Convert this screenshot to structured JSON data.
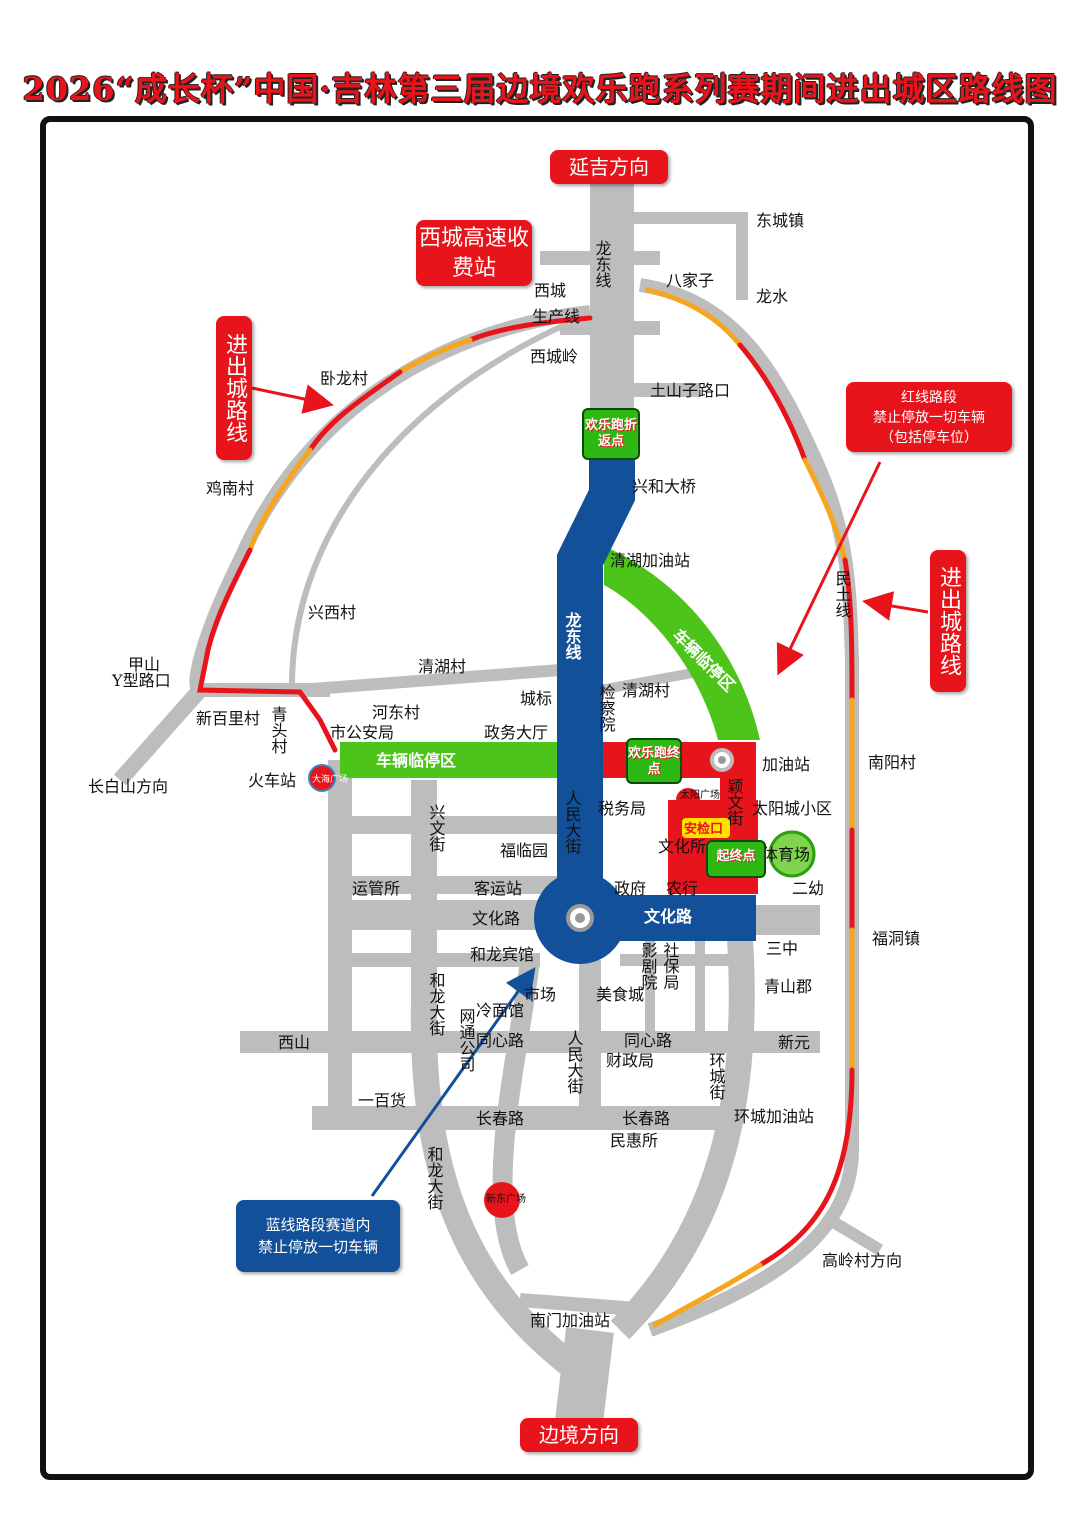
{
  "title": "2026“成长杯”中国·吉林第三届边境欢乐跑系列赛期间进出城区路线图",
  "colors": {
    "road": "#bdbdbd",
    "red": "#e8141b",
    "orange": "#f7a51c",
    "blue": "#12509a",
    "green": "#4cc419",
    "title": "#e8141b"
  },
  "directions": {
    "top": "延吉方向",
    "bottom": "边境方向",
    "southwest": "长白山方向",
    "southeast": "高岭村方向"
  },
  "callouts": {
    "toll_station": "西城高速收费站",
    "route_left": "进出城路线",
    "route_right": "进出城路线",
    "red_rule": [
      "红线路段",
      "禁止停放一切车辆",
      "（包括停车位）"
    ],
    "blue_rule": [
      "蓝线路段赛道内",
      "禁止停放一切车辆"
    ]
  },
  "markers": {
    "turnaround": "欢乐跑折返点",
    "finish": "欢乐跑终点",
    "start_finish": "起终点",
    "security": "安检口"
  },
  "zones": {
    "parking": "车辆临停区"
  },
  "roads": {
    "longdong": "龙东线",
    "renmin": "人民大街",
    "wenhua": "文化路",
    "minshi": "民土线",
    "xingwen": "兴文街",
    "helong": "和龙大街",
    "yingwen": "颖文街",
    "huancheng": "环城街",
    "tongxin": "同心路",
    "changchun": "长春路",
    "shengchan": "生产线"
  },
  "places": {
    "dongcheng": "东城镇",
    "bajiazi": "八家子",
    "longshui": "龙水",
    "xicheng": "西城",
    "xichengling": "西城岭",
    "tushanzi": "土山子路口",
    "xinghe": "兴和大桥",
    "qinghu_gas": "清湖加油站",
    "wolong": "卧龙村",
    "jinan": "鸡南村",
    "xingxi": "兴西村",
    "jiashan": "甲山",
    "y_crossing": "Y型路口",
    "xinbai": "新百里村",
    "qingtou": "青头村",
    "qinghu_village": "清湖村",
    "chengbiao": "城标",
    "jiancha": "检察院",
    "qinghu_x": "清湖村",
    "hedong": "河东村",
    "public_security": "市公安局",
    "government_hall": "政务大厅",
    "train_station": "火车站",
    "dahai_square": "大海广场",
    "gas": "加油站",
    "taiyang_square": "太阳广场",
    "taiyang_district": "太阳城小区",
    "tax": "税务局",
    "fulin": "福临园",
    "wenhua_suo": "文化所",
    "stadium": "体育场",
    "yunguan": "运管所",
    "keyun": "客运站",
    "zhengfu": "政府",
    "nonghang": "农行",
    "eryou": "二幼",
    "helong_hotel": "和龙宾馆",
    "yingjuyuan": "影剧院",
    "shebao": "社保局",
    "sanzhong": "三中",
    "qingshanjun": "青山郡",
    "market": "市场",
    "meishi": "美食城",
    "wangtong": "网通公司",
    "noodle": "冷面馆",
    "xishan": "西山",
    "caizheng": "财政局",
    "xinyuan": "新元",
    "yibaihuo": "一百货",
    "huancheng_gas": "环城加油站",
    "minhui": "民惠所",
    "xindong_square": "新东广场",
    "nanmen_gas": "南门加油站",
    "nanyang": "南阳村",
    "fudong": "福洞镇"
  }
}
